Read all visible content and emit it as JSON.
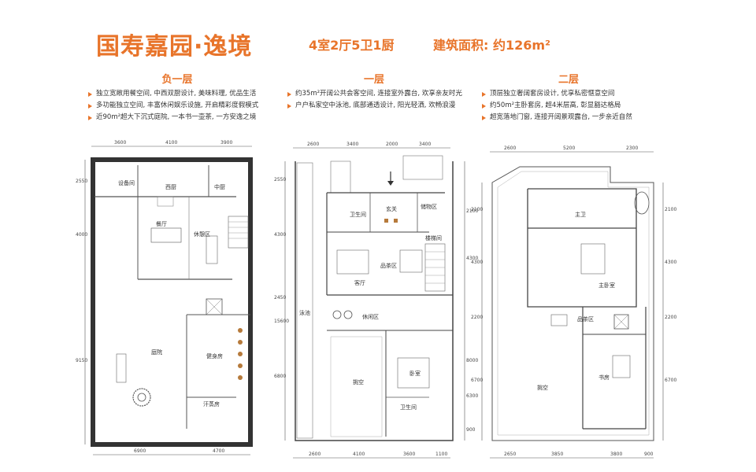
{
  "header": {
    "title": "国寿嘉园·逸境",
    "layout": "4室2厅5卫1厨",
    "area_label": "建筑面积: 约126",
    "area_unit": "m²",
    "accent_color": "#e8742a"
  },
  "floors": [
    {
      "name": "负一层",
      "bullets": [
        "独立宽敞用餐空间, 中西双厨设计, 美味料理, 优品生活",
        "多功能独立空间, 丰富休闲娱乐设施, 开启精彩度假模式",
        "近90m²超大下沉式庭院, 一本书一壶茶, 一方安逸之境"
      ],
      "dims_top": [
        "3600",
        "4100",
        "3900"
      ],
      "dims_bottom": [
        "6900",
        "4700"
      ],
      "dims_left": [
        "2550",
        "4000",
        "9150"
      ],
      "rooms": [
        "设备间",
        "西厨",
        "中厨",
        "餐厅",
        "休憩区",
        "庭院",
        "健身房",
        "汗蒸房"
      ]
    },
    {
      "name": "一层",
      "bullets": [
        "约35m²开阔公共会客空间, 连接室外露台, 欢享亲友时光",
        "户户私家空中泳池, 底部通透设计, 阳光轻洒, 欢畅浪漫"
      ],
      "dims_top": [
        "2600",
        "3400",
        "2000",
        "3400"
      ],
      "dims_bottom": [
        "2600",
        "4100",
        "3600",
        "1100"
      ],
      "dims_left": [
        "2550",
        "4300",
        "2450",
        "15600",
        "6800"
      ],
      "dims_right": [
        "2100",
        "4300",
        "8000",
        "6300",
        "900"
      ],
      "rooms": [
        "卫生间",
        "玄关",
        "储物区",
        "楼梯间",
        "品茶区",
        "客厅",
        "泳池",
        "休闲区",
        "挑空",
        "卧室",
        "卫生间"
      ]
    },
    {
      "name": "二层",
      "bullets": [
        "顶层独立奢阔套房设计, 优享私密惬意空间",
        "约50m²主卧套房, 超4米层高, 彰显豁达格局",
        "超宽落地门窗, 连接开阔景观露台, 一步亲近自然"
      ],
      "dims_top": [
        "2600",
        "5200",
        "2300"
      ],
      "dims_bottom": [
        "2650",
        "3850",
        "3800",
        "900"
      ],
      "dims_left": [
        "2100",
        "4300",
        "2200",
        "6700"
      ],
      "dims_right": [
        "2100",
        "4300",
        "2200",
        "6700"
      ],
      "rooms": [
        "主卫",
        "主卧室",
        "品茶区",
        "书房",
        "挑空"
      ]
    }
  ]
}
